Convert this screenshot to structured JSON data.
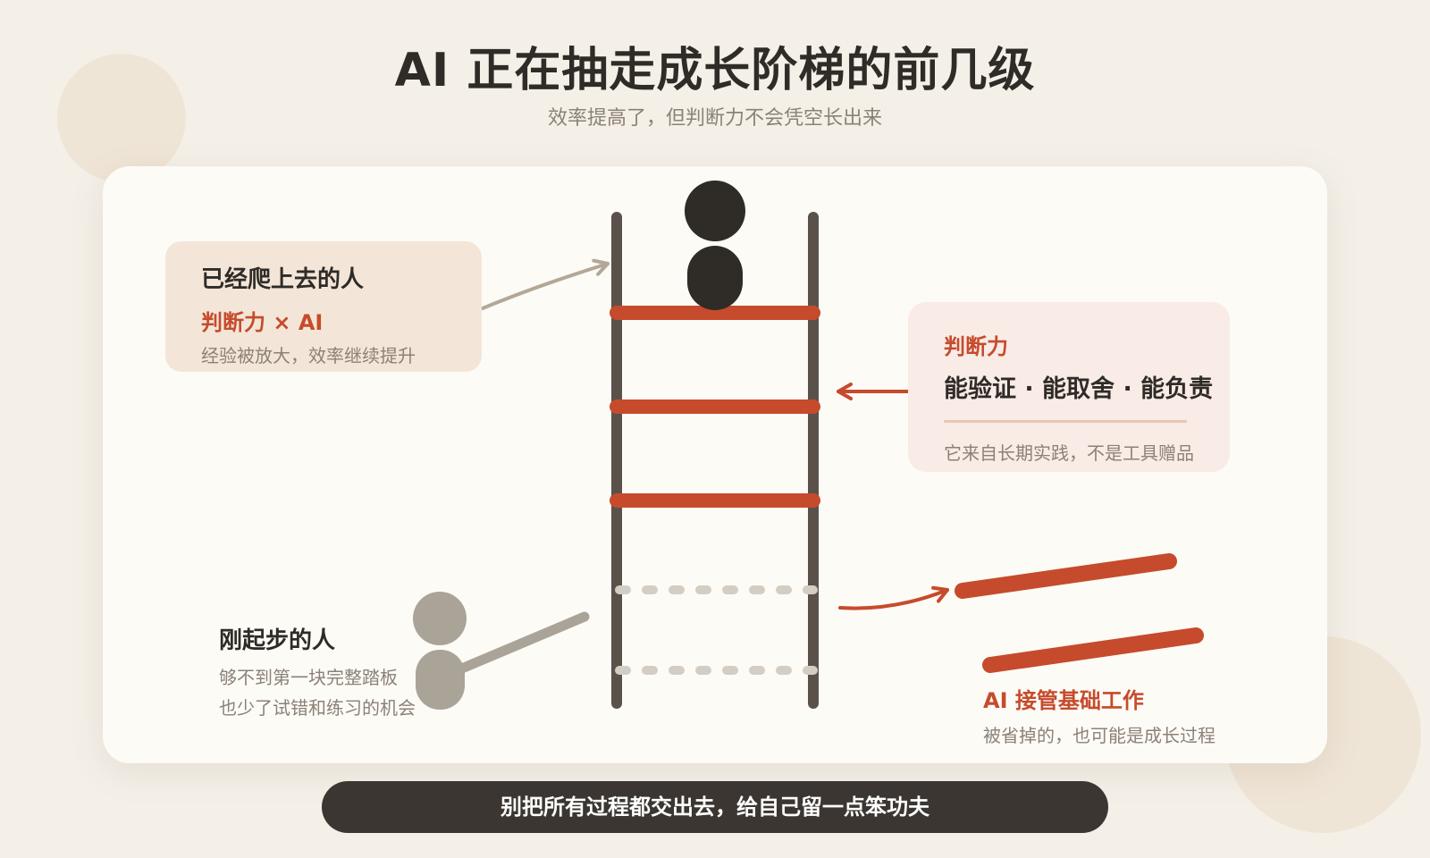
{
  "title": "AI 正在抽走成长阶梯的前几级",
  "subtitle": "效率提高了，但判断力不会凭空长出来",
  "climbed": {
    "title": "已经爬上去的人",
    "formula": "判断力 × AI",
    "desc": "经验被放大，效率继续提升"
  },
  "judgment": {
    "title": "判断力",
    "capabilities": "能验证 · 能取舍 · 能负责",
    "desc": "它来自长期实践，不是工具赠品"
  },
  "beginner": {
    "title": "刚起步的人",
    "line1": "够不到第一块完整踏板",
    "line2": "也少了试错和练习的机会"
  },
  "ai_takeover": {
    "title": "AI 接管基础工作",
    "desc": "被省掉的，也可能是成长过程"
  },
  "bottom_banner": "别把所有过程都交出去，给自己留一点笨功夫",
  "colors": {
    "accent_red": "#c64b2c",
    "dark": "#2f2b27",
    "rail": "#5a524a",
    "beginner_figure": "#aaa398",
    "missing_rung": "#d4cdc3"
  }
}
